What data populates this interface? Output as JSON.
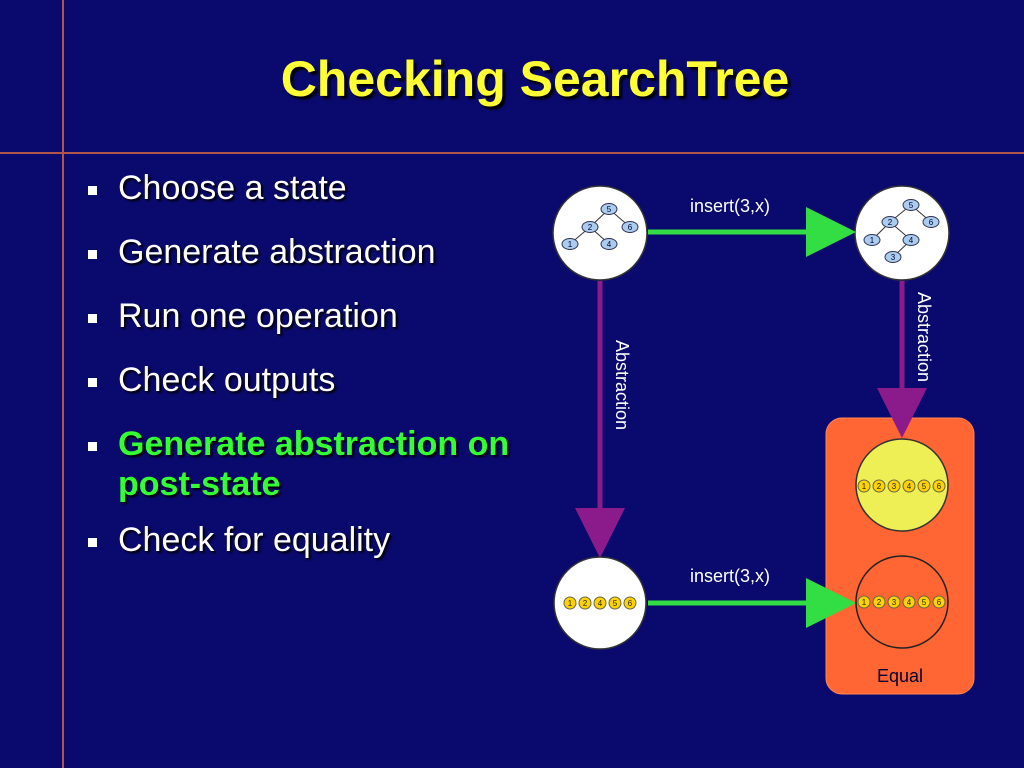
{
  "title": "Checking SearchTree",
  "bullets": [
    {
      "text": "Choose a state",
      "highlight": false
    },
    {
      "text": "Generate abstraction",
      "highlight": false
    },
    {
      "text": "Run one operation",
      "highlight": false
    },
    {
      "text": "Check outputs",
      "highlight": false
    },
    {
      "text": "Generate abstraction on post-state",
      "highlight": true
    },
    {
      "text": "Check for equality",
      "highlight": false
    }
  ],
  "diagram": {
    "op_top": "insert(3,x)",
    "op_bottom": "insert(3,x)",
    "abstraction_left": "Abstraction",
    "abstraction_right": "Abstraction",
    "equal_label": "Equal",
    "tree_pre": [
      "5",
      "2",
      "6",
      "1",
      "4"
    ],
    "tree_post": [
      "5",
      "2",
      "6",
      "1",
      "4",
      "3"
    ],
    "list_pre": [
      "1",
      "2",
      "4",
      "5",
      "6"
    ],
    "list_post": [
      "1",
      "2",
      "3",
      "4",
      "5",
      "6"
    ],
    "colors": {
      "background": "#0a0a6e",
      "title": "#ffff33",
      "highlight": "#33ff33",
      "arrow_green": "#33dd44",
      "arrow_purple": "#8b1a8b",
      "equal_box": "#ff6633",
      "yellow_circle": "#eeee55"
    }
  }
}
